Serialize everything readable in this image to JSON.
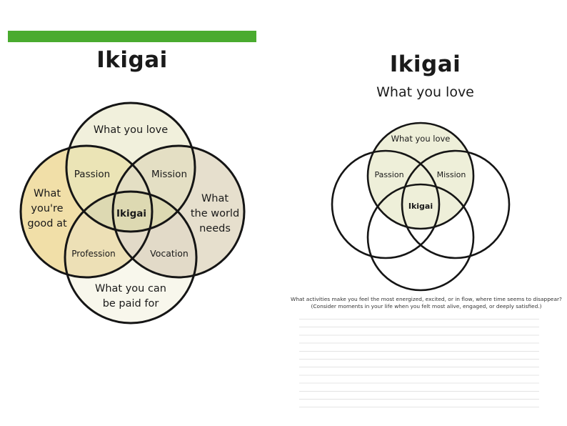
{
  "left_page": {
    "title": "Ikigai",
    "accent_color": "#4aab2f",
    "venn": {
      "top": "What you love",
      "left": [
        "What",
        "you're",
        "good at"
      ],
      "right": [
        "What",
        "the world",
        "needs"
      ],
      "bottom": [
        "What you can",
        "be paid for"
      ],
      "top_left": "Passion",
      "top_right": "Mission",
      "bottom_left": "Profession",
      "bottom_right": "Vocation",
      "center": "Ikigai"
    },
    "colors": {
      "top": "#f1f0dc",
      "left": "#f1dfa8",
      "right": "#e6dfcd",
      "bottom": "#f8f7ec",
      "stroke": "#151515"
    }
  },
  "right_page": {
    "title": "Ikigai",
    "subtitle": "What you love",
    "venn": {
      "top": "What you love",
      "top_left": "Passion",
      "top_right": "Mission",
      "center": "Ikigai"
    },
    "colors": {
      "highlight": "#eeefd9",
      "stroke": "#151515"
    },
    "question_line1": "What activities make you feel the most energized, excited, or in flow, where time seems to disappear?",
    "question_line2": "(Consider moments in your life when you felt most alive, engaged, or deeply satisfied.)"
  }
}
